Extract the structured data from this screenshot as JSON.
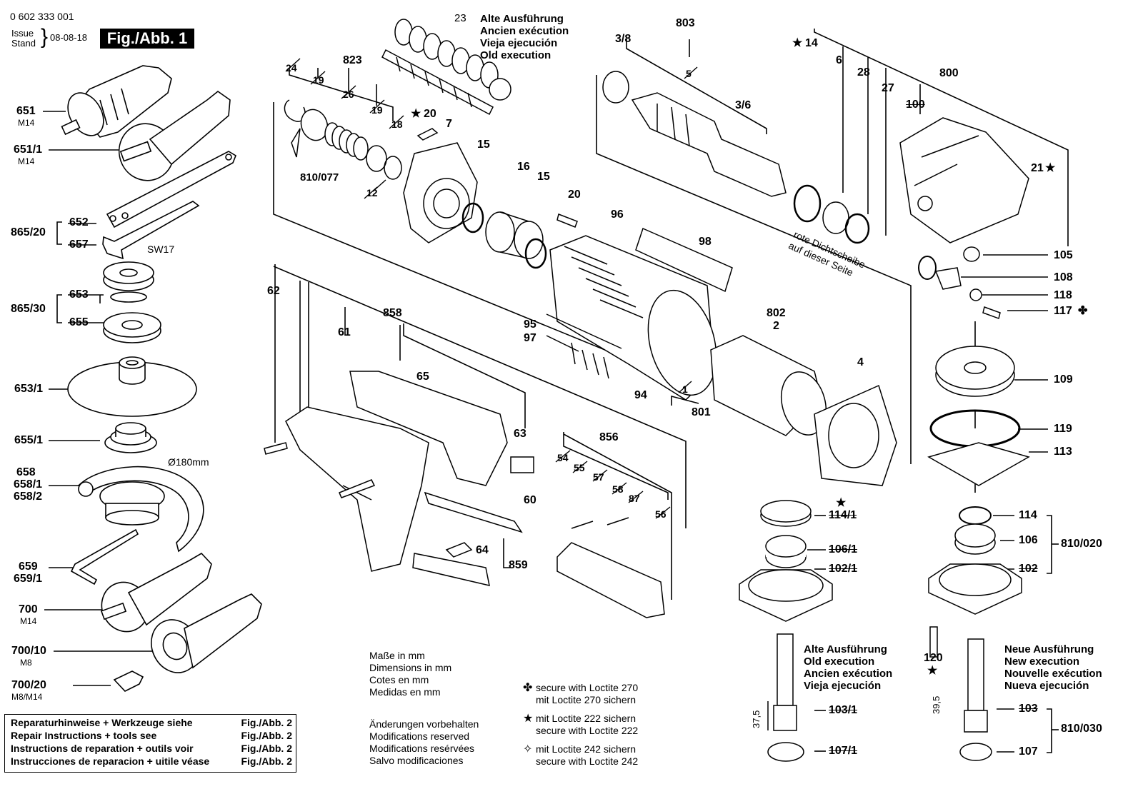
{
  "header": {
    "doc_number": "0 602 333 001",
    "issue_label_1": "Issue",
    "issue_label_2": "Stand",
    "issue_date": "08-08-18",
    "fig_title": "Fig./Abb. 1"
  },
  "old_execution_top": [
    "Alte Ausführung",
    "Ancien exécution",
    "Vieja ejecución",
    "Old execution"
  ],
  "parts": {
    "p651": "651",
    "p651_sub": "M14",
    "p651_1": "651/1",
    "p651_1_sub": "M14",
    "p865_20": "865/20",
    "p652": "652",
    "p657": "657",
    "sw17": "SW17",
    "p865_30": "865/30",
    "p653": "653",
    "p655": "655",
    "p653_1": "653/1",
    "p655_1": "655/1",
    "p658": "658",
    "p658_1": "658/1",
    "p658_2": "658/2",
    "dia180": "Ø180mm",
    "p659": "659",
    "p659_1": "659/1",
    "p700": "700",
    "p700_sub": "M14",
    "p700_10": "700/10",
    "p700_10_sub": "M8",
    "p700_20": "700/20",
    "p700_20_sub": "M8/M14",
    "p823": "823",
    "p24": "24",
    "p19a": "19",
    "p26": "26",
    "p19b": "19",
    "p18": "18",
    "p23": "23",
    "p20a": "20",
    "p7": "7",
    "p15a": "15",
    "p810_077": "810/077",
    "p12": "12",
    "p16": "16",
    "p15b": "15",
    "p20b": "20",
    "p96": "96",
    "p98": "98",
    "p95": "95",
    "p97": "97",
    "p94": "94",
    "p1": "1",
    "p801": "801",
    "p62": "62",
    "p61": "61",
    "p858": "858",
    "p65": "65",
    "p63": "63",
    "p856": "856",
    "p54": "54",
    "p55": "55",
    "p57": "57",
    "p58": "58",
    "p87": "87",
    "p56": "56",
    "p60": "60",
    "p64": "64",
    "p859": "859",
    "p3_8": "3/8",
    "p803": "803",
    "p3_6": "3/6",
    "p5": "5",
    "p14": "14",
    "p6": "6",
    "p28": "28",
    "p27": "27",
    "p800": "800",
    "p100": "100",
    "p21": "21",
    "p105": "105",
    "p108": "108",
    "p118": "118",
    "p117": "117",
    "p802": "802",
    "p2": "2",
    "p4": "4",
    "p109": "109",
    "p119": "119",
    "p113": "113",
    "p114_1": "114/1",
    "p106_1": "106/1",
    "p102_1": "102/1",
    "p114": "114",
    "p106": "106",
    "p102": "102",
    "p810_020": "810/020",
    "p120": "120",
    "p103_1": "103/1",
    "p107_1": "107/1",
    "dim37_5": "37,5",
    "p103": "103",
    "p107": "107",
    "p810_030": "810/030",
    "dim39_5": "39,5"
  },
  "red_seal_note": [
    "rote Dichtscheibe",
    "auf dieser Seite"
  ],
  "dimensions_note": [
    "Maße in mm",
    "Dimensions in mm",
    "Cotes en mm",
    "Medidas en mm"
  ],
  "modifications_note": [
    "Änderungen vorbehalten",
    "Modifications reserved",
    "Modifications resérvées",
    "Salvo modificaciones"
  ],
  "legend": {
    "clover": [
      "secure with Loctite 270",
      "mit Loctite 270 sichern"
    ],
    "star": [
      "mit Loctite 222 sichern",
      "secure with Loctite 222"
    ],
    "star4": [
      "mit Loctite 242 sichern",
      "secure with Loctite 242"
    ]
  },
  "old_execution_bottom": [
    "Alte Ausführung",
    "Old execution",
    "Ancien exécution",
    "Vieja ejecución"
  ],
  "new_execution_bottom": [
    "Neue Ausführung",
    "New execution",
    "Nouvelle exécution",
    "Nueva ejecución"
  ],
  "repair_box": [
    {
      "text": "Reparaturhinweise + Werkzeuge siehe",
      "ref": "Fig./Abb. 2"
    },
    {
      "text": "Repair Instructions + tools see",
      "ref": "Fig./Abb. 2"
    },
    {
      "text": "Instructions de reparation + outils voir",
      "ref": "Fig./Abb. 2"
    },
    {
      "text": "Instrucciones de reparacion + uitile véase",
      "ref": "Fig./Abb. 2"
    }
  ]
}
